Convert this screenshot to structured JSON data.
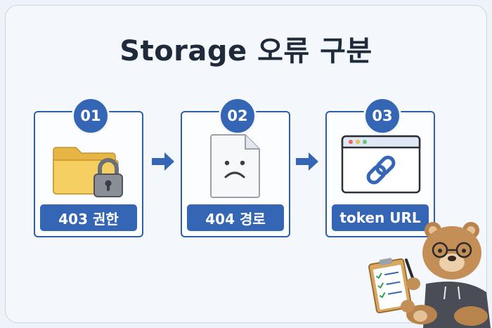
{
  "title": "Storage 오류 구분",
  "steps": [
    {
      "number": "01",
      "label": "403 권한",
      "icon": "folder-lock-icon"
    },
    {
      "number": "02",
      "label": "404 경로",
      "icon": "sad-document-icon"
    },
    {
      "number": "03",
      "label": "token URL",
      "icon": "browser-link-icon"
    }
  ],
  "colors": {
    "accent": "#3566b5",
    "border": "#2f5fa8",
    "title": "#1f2a3a",
    "background": "#eef3f9"
  },
  "mascot": "bear-with-clipboard-illustration"
}
